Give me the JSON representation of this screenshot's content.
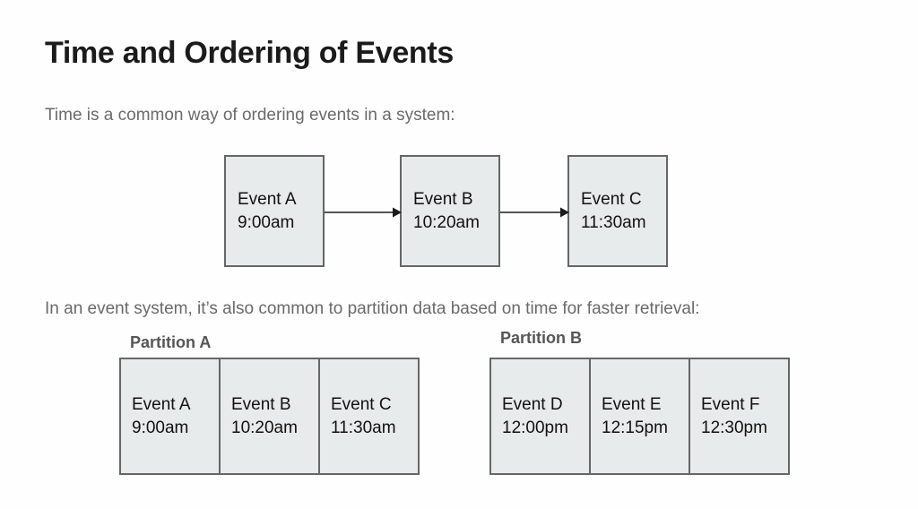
{
  "slide": {
    "title": "Time and Ordering of Events",
    "intro_1": "Time is a common way of ordering events in a system:",
    "intro_2": "In an event system, it’s also common to partition data based on time for faster retrieval:",
    "colors": {
      "background": "#fefefe",
      "title_text": "#1b1b1b",
      "body_text": "#6a6a6a",
      "box_fill": "#e8ebeb",
      "box_border": "#666666",
      "box_text": "#111111",
      "partition_label": "#565656",
      "arrow": "#555555"
    }
  },
  "flow": {
    "events": [
      {
        "name": "Event A",
        "time": "9:00am"
      },
      {
        "name": "Event B",
        "time": "10:20am"
      },
      {
        "name": "Event C",
        "time": "11:30am"
      }
    ],
    "connectors": [
      {
        "from": "Event A",
        "to": "Event B",
        "icon": "arrow-right-icon"
      },
      {
        "from": "Event B",
        "to": "Event C",
        "icon": "arrow-right-icon"
      }
    ]
  },
  "partitions": [
    {
      "label": "Partition A",
      "cells": [
        {
          "name": "Event A",
          "time": "9:00am"
        },
        {
          "name": "Event B",
          "time": "10:20am"
        },
        {
          "name": "Event C",
          "time": "11:30am"
        }
      ]
    },
    {
      "label": "Partition B",
      "cells": [
        {
          "name": "Event D",
          "time": "12:00pm"
        },
        {
          "name": "Event E",
          "time": "12:15pm"
        },
        {
          "name": "Event F",
          "time": "12:30pm"
        }
      ]
    }
  ]
}
